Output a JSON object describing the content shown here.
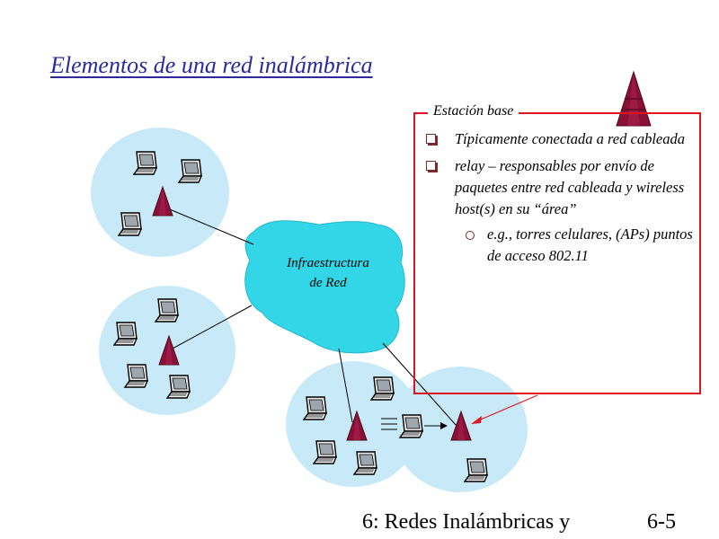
{
  "title": "Elementos de una red inalámbrica",
  "cloud": {
    "line1": "Infraestructura",
    "line2": "de Red"
  },
  "callout": {
    "title": "Estación base",
    "bullets": [
      {
        "text": "Típicamente conectada a red cableada"
      },
      {
        "text": "relay – responsables por envío de paquetes entre red cableada y wireless host(s) en su “área”",
        "sub": [
          "e.g., torres celulares, (APs) puntos de acceso 802.11"
        ]
      }
    ]
  },
  "footer": {
    "left": "6: Redes Inalámbricas y",
    "right": "6-5"
  },
  "colors": {
    "title": "#2a2a9c",
    "cell": "#c8eaf8",
    "cloud": "#33d6e6",
    "tower": "#8b1038",
    "callout_border": "#e0141e"
  },
  "icons": [
    "laptop-icon",
    "base-station-tower-icon",
    "network-cloud-icon",
    "box-bullet-icon",
    "circle-bullet-icon"
  ]
}
